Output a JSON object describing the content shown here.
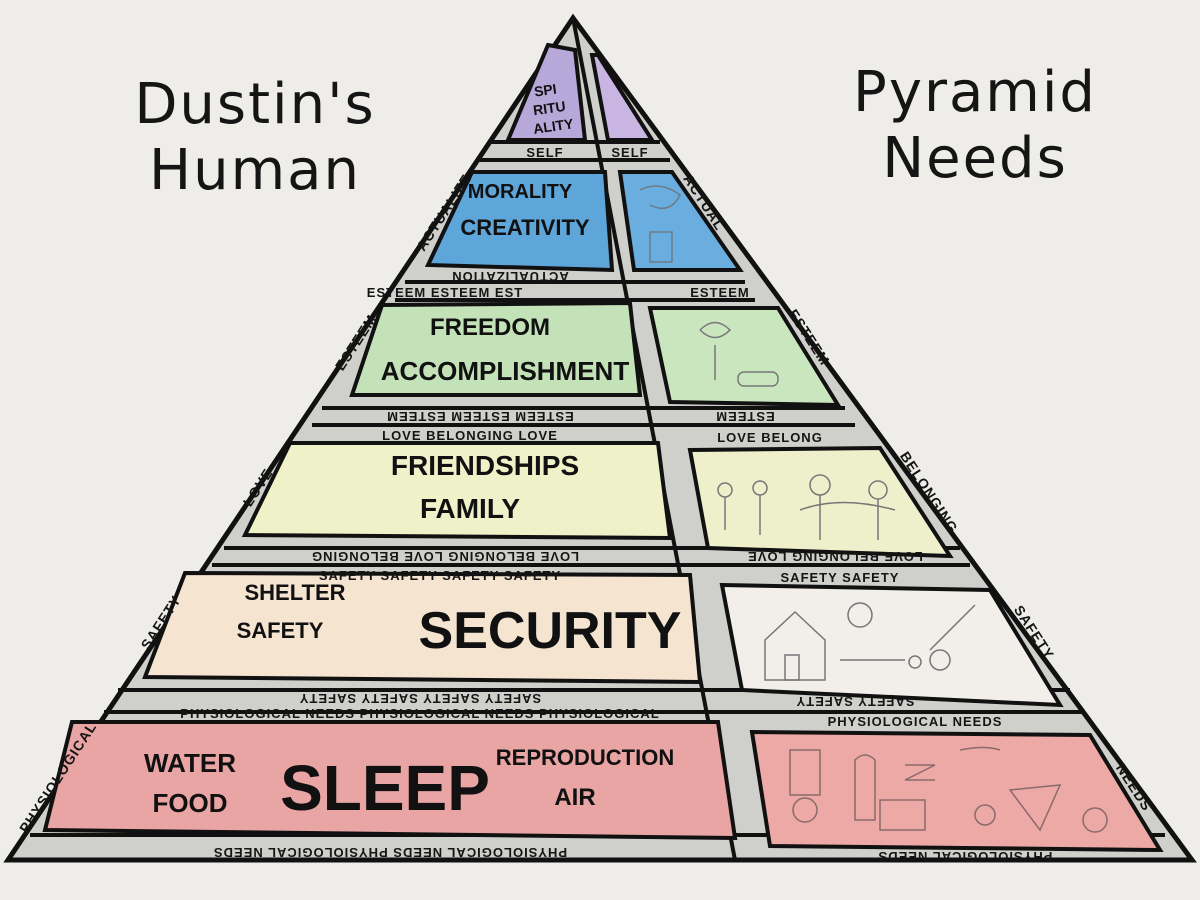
{
  "title_left": {
    "line1": "Dustin's",
    "line2": "Human"
  },
  "title_right": {
    "line1": "Pyramid",
    "line2": "Needs"
  },
  "levels": {
    "self_actualization": {
      "labels": [
        "SPI",
        "RITU",
        "ALITY"
      ],
      "top_band": "SELF",
      "top_band_right": "SELF",
      "bottom_band": "ACTUALIZATION",
      "side_left": "ACTUALIZE",
      "side_right": "ACTUAL",
      "color": "#b7a6d8"
    },
    "morality": {
      "labels": [
        "MORALITY",
        "CREATIVITY"
      ],
      "color": "#5b9fd6"
    },
    "esteem": {
      "labels": [
        "FREEDOM",
        "ACCOMPLISHMENT"
      ],
      "top_band": "ESTEEM ESTEEM EST",
      "top_band_right": "ESTEEM",
      "bottom_band": "ESTEEM ESTEEM ESTEEM",
      "bottom_band_right": "ESTEEM",
      "side_left": "ESTEEM",
      "side_right": "ESTEEM",
      "color": "#bfe0b5"
    },
    "love": {
      "labels": [
        "FRIENDSHIPS",
        "FAMILY"
      ],
      "top_band": "LOVE BELONGING LOVE",
      "top_band_right": "LOVE BELONG",
      "bottom_band": "LOVE BELONGING LOVE BELONGING",
      "bottom_band_right": "LOVE BELONGING LOVE",
      "side_left": "LOVE",
      "side_right": "BELONGING",
      "color": "#eef0c4"
    },
    "safety": {
      "labels_small": [
        "SHELTER",
        "SAFETY"
      ],
      "label_big": "SECURITY",
      "top_band": "SAFETY SAFETY SAFETY SAFETY",
      "top_band_right": "SAFETY SAFETY",
      "bottom_band": "SAFETY SAFETY SAFETY SAFETY",
      "bottom_band_right": "SAFETY SAFETY",
      "side_left": "SAFETY",
      "side_right": "SAFETY",
      "color": "#f3e2cd"
    },
    "physiological": {
      "label_left": [
        "WATER",
        "FOOD"
      ],
      "label_big": "SLEEP",
      "label_right": [
        "REPRODUCTION",
        "AIR"
      ],
      "top_band": "PHYSIOLOGICAL NEEDS PHYSIOLOGICAL NEEDS PHYSIOLOGICAL",
      "top_band_right": "PHYSIOLOGICAL NEEDS",
      "bottom_band": "PHYSIOLOGICAL NEEDS PHYSIOLOGICAL NEEDS",
      "bottom_band_right": "PHYSIOLOGICAL NEEDS",
      "side_left": "PHYSIOLOGICAL",
      "side_right": "NEEDS",
      "color": "#e8a3a3"
    }
  },
  "colors": {
    "paper": "#ecebe8",
    "ink": "#111111",
    "band_gray": "#c8c8c6"
  }
}
